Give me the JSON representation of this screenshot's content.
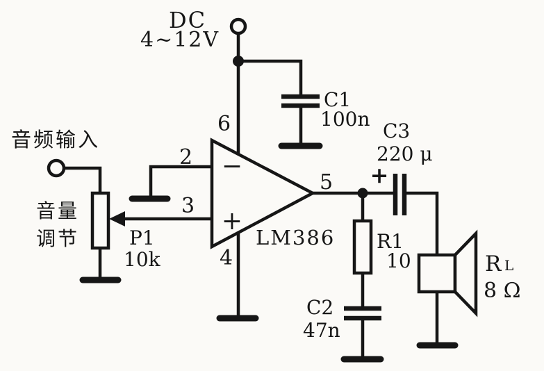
{
  "colors": {
    "ink": "#161616",
    "bg": "#fbfaf7"
  },
  "labels": {
    "supply_line1": "DC",
    "supply_line2": "4~12V",
    "audio_input": "音频输入",
    "volume_line1": "音量",
    "volume_line2": "调节",
    "pot_ref": "P1",
    "pot_value": "10k",
    "pin2": "2",
    "pin3": "3",
    "pin4": "4",
    "pin5": "5",
    "pin6": "6",
    "inverting": "−",
    "noninverting": "+",
    "ic": "LM386",
    "c1_ref": "C1",
    "c1_value": "100n",
    "c2_ref": "C2",
    "c2_value": "47n",
    "c3_ref": "C3",
    "c3_value": "220 μ",
    "c3_polarity": "+",
    "r1_ref": "R1",
    "r1_value": "10",
    "load_ref_main": "R",
    "load_ref_sub": "L",
    "load_value": "8 Ω"
  }
}
